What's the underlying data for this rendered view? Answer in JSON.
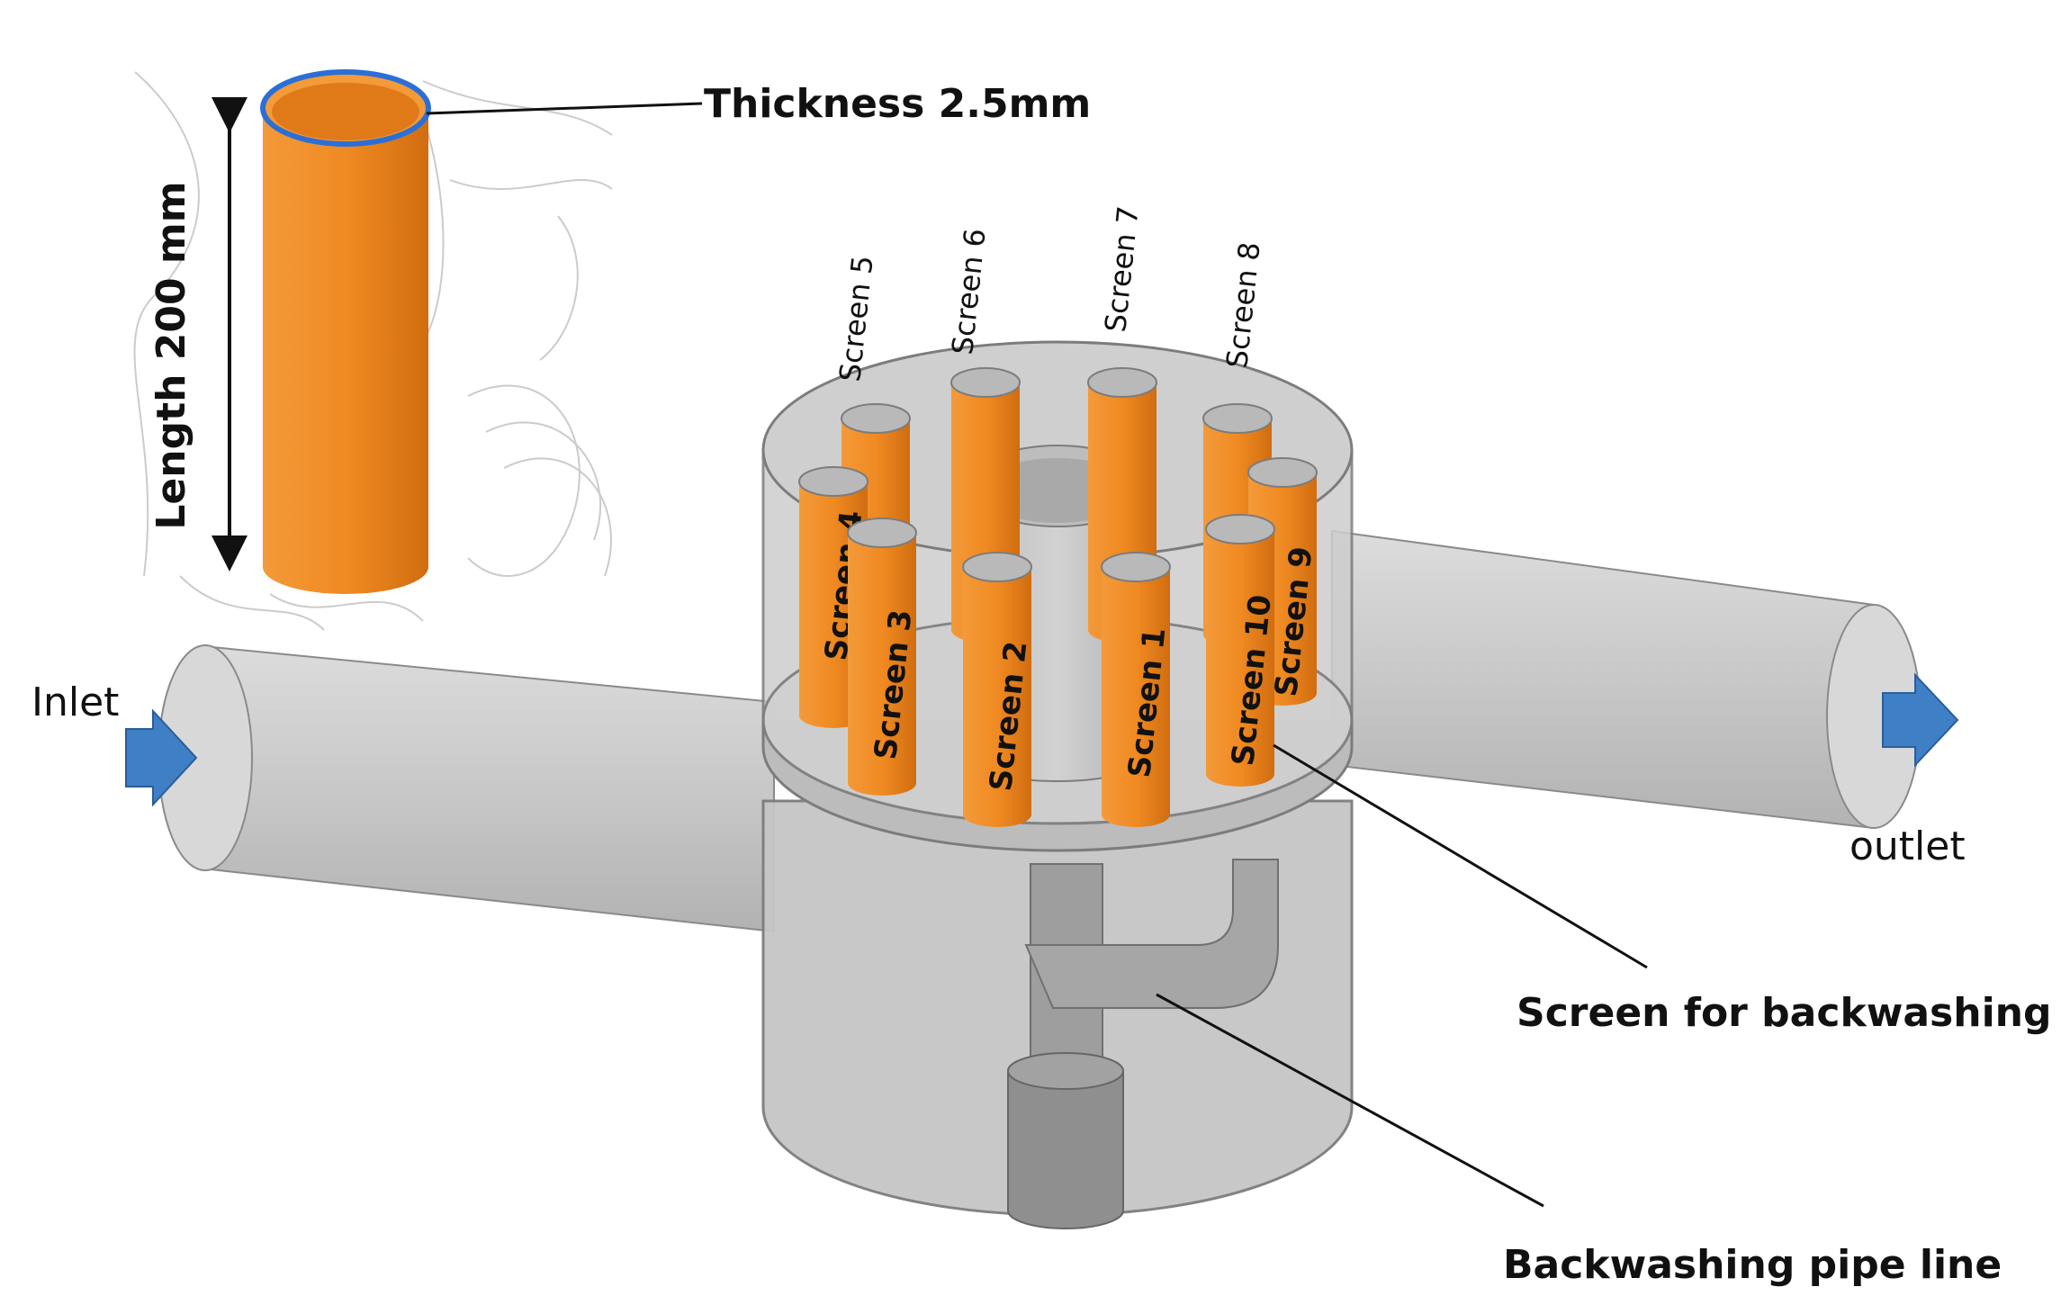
{
  "labels": {
    "thickness": "Thickness 2.5mm",
    "length": "Length 200 mm",
    "inlet": "Inlet",
    "outlet": "outlet",
    "screen_backwash": "Screen for backwashing",
    "backwash_pipe": "Backwashing pipe line"
  },
  "screens": {
    "s1": "Screen 1",
    "s2": "Screen 2",
    "s3": "Screen 3",
    "s4": "Screen 4",
    "s5": "Screen 5",
    "s6": "Screen 6",
    "s7": "Screen 7",
    "s8": "Screen 8",
    "s9": "Screen 9",
    "s10": "Screen 10"
  },
  "colors": {
    "screen_orange": "#e8811c",
    "housing_gray": "#c9c9c9",
    "arrow_blue": "#3f7fc6",
    "thickness_ring": "#2b6fd6"
  }
}
